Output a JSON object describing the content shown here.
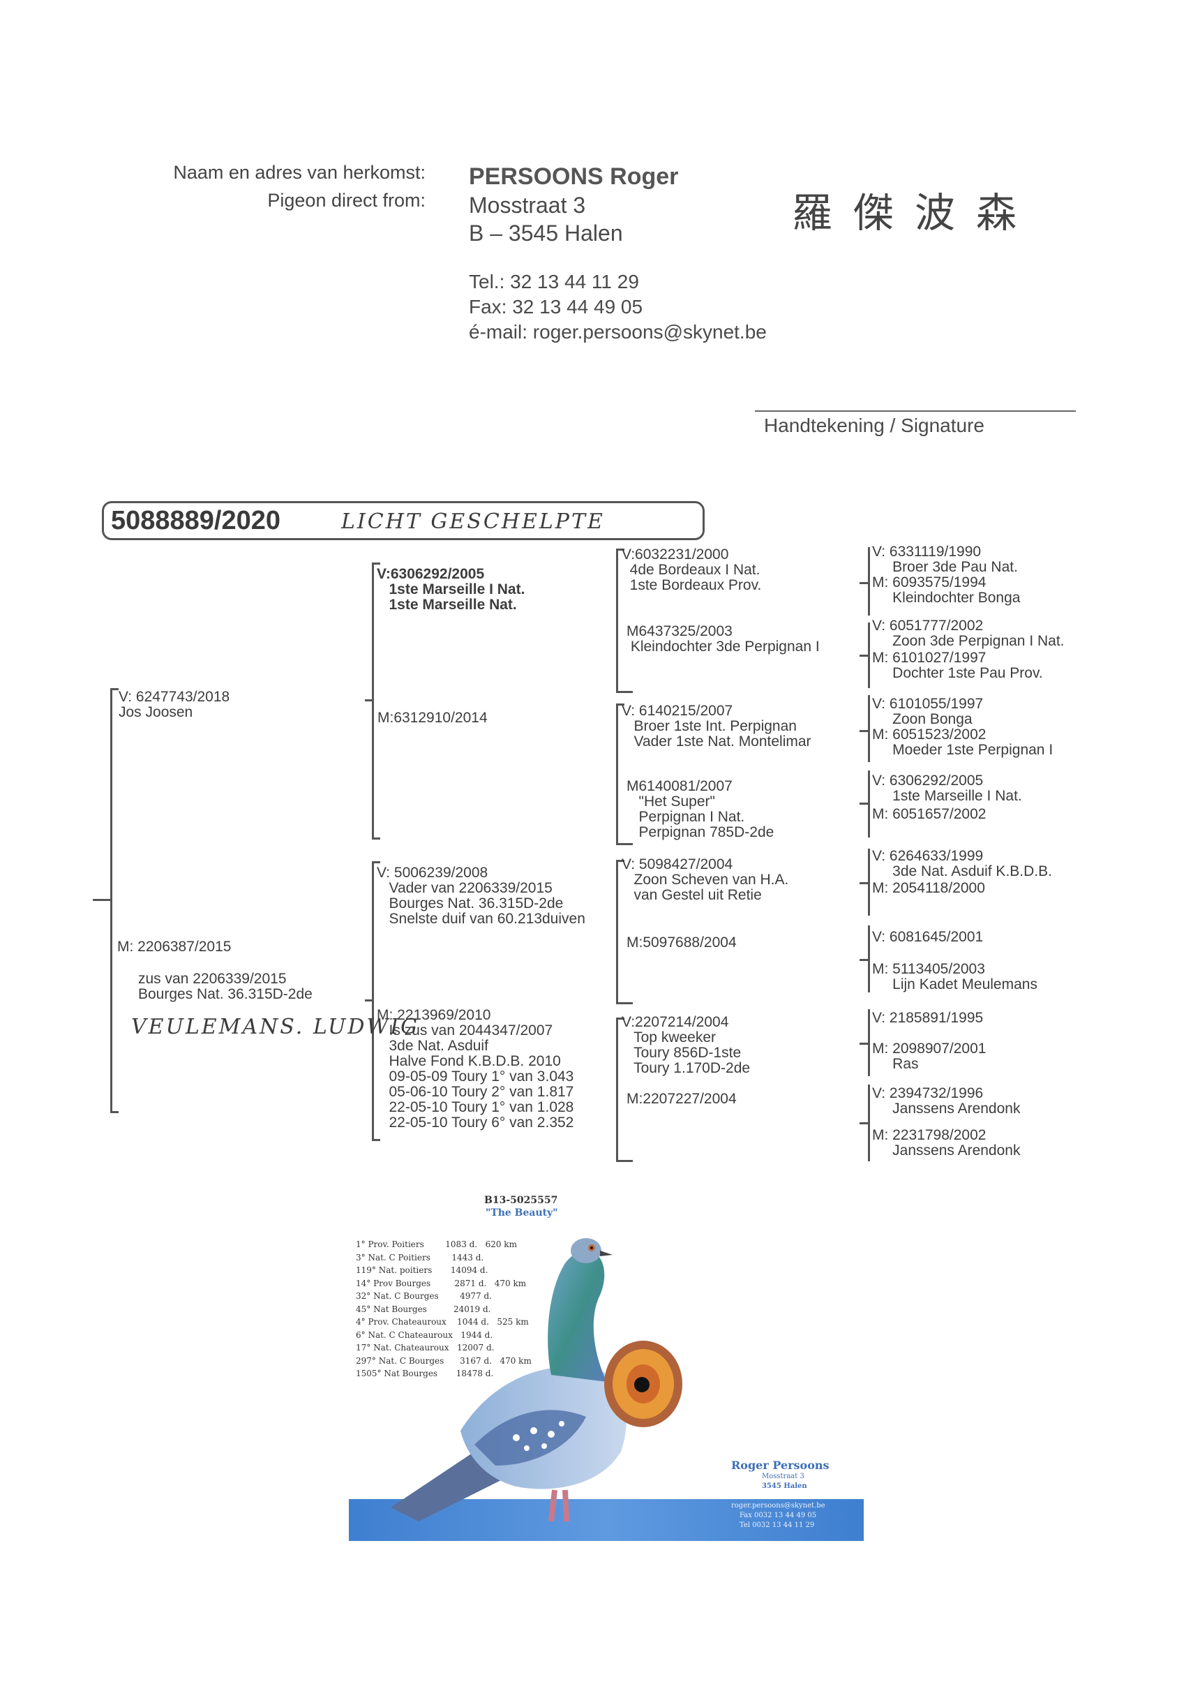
{
  "header": {
    "label_origin": "Naam en adres van herkomst:",
    "label_from": "Pigeon direct from:",
    "name": "PERSOONS Roger",
    "street": "Mosstraat 3",
    "city": "B – 3545 Halen",
    "tel": "Tel.: 32 13 44 11 29",
    "fax": "Fax: 32 13 44 49 05",
    "email": "é-mail: roger.persoons@skynet.be",
    "chinese_name": "羅傑波森",
    "signature_label": "Handtekening / Signature"
  },
  "ring": {
    "number": "5088889/2020",
    "handwritten": "LICHT GESCHELPTE"
  },
  "gen1": {
    "sire": "V: 6247743/2018\nJos Joosen",
    "dam": "M: 2206387/2015",
    "dam_notes": "zus van 2206339/2015\nBourges Nat. 36.315D-2de",
    "dam_handwritten": "VEULEMANS. LUDWIG"
  },
  "gen2": {
    "ss": "V:6306292/2005\n   1ste Marseille I Nat.\n   1ste Marseille Nat.",
    "sd": "M:6312910/2014",
    "ds": "V: 5006239/2008\n   Vader van 2206339/2015\n   Bourges Nat. 36.315D-2de\n   Snelste duif van 60.213duiven",
    "dd": "M: 2213969/2010\n   Is zus van 2044347/2007\n   3de Nat. Asduif\n   Halve Fond K.B.D.B. 2010\n   09-05-09 Toury 1° van 3.043\n   05-06-10 Toury 2° van 1.817\n   22-05-10 Toury 1° van 1.028\n   22-05-10 Toury 6° van 2.352"
  },
  "gen3": {
    "sss": "V:6032231/2000\n  4de Bordeaux I Nat.\n  1ste Bordeaux Prov.",
    "ssd": "M6437325/2003\n Kleindochter 3de Perpignan I",
    "sds": "V: 6140215/2007\n   Broer 1ste Int. Perpignan\n   Vader 1ste Nat. Montelimar",
    "sdd": "M6140081/2007\n   \"Het Super\"\n   Perpignan I Nat.\n   Perpignan 785D-2de",
    "dss": "V: 5098427/2004\n   Zoon Scheven van H.A.\n   van Gestel uit Retie",
    "dsd": "M:5097688/2004",
    "dds": "V:2207214/2004\n   Top kweeker\n   Toury 856D-1ste\n   Toury 1.170D-2de",
    "ddd": "M:2207227/2004"
  },
  "gen4": [
    "V: 6331119/1990\n     Broer 3de Pau Nat.",
    "M: 6093575/1994\n     Kleindochter Bonga",
    "V: 6051777/2002\n     Zoon 3de Perpignan I Nat.",
    "M: 6101027/1997\n     Dochter 1ste Pau Prov.",
    "V: 6101055/1997\n     Zoon Bonga",
    "M: 6051523/2002\n     Moeder 1ste Perpignan I",
    "V: 6306292/2005\n     1ste Marseille I Nat.",
    "M: 6051657/2002",
    "V: 6264633/1999\n     3de Nat. Asduif K.B.D.B.",
    "M: 2054118/2000",
    "V: 6081645/2001",
    "M: 5113405/2003\n     Lijn Kadet Meulemans",
    "V: 2185891/1995",
    "M: 2098907/2001\n     Ras",
    "V: 2394732/1996\n     Janssens Arendonk",
    "M: 2231798/2002\n     Janssens Arendonk"
  ],
  "photo_card": {
    "ring": "B13-5025557",
    "nickname": "\"The Beauty\"",
    "results": [
      "1° Prov. Poitiers        1083 d.   620 km",
      "3° Nat. C Poitiers        1443 d.",
      "119° Nat. poitiers       14094 d.",
      "14° Prov Bourges         2871 d.   470 km",
      "32° Nat. C Bourges        4977 d.",
      "45° Nat Bourges          24019 d.",
      "4° Prov. Chateauroux    1044 d.   525 km",
      "6° Nat. C Chateauroux   1944 d.",
      "17° Nat. Chateauroux   12007 d.",
      "297° Nat. C Bourges      3167 d.   470 km",
      "1505° Nat Bourges       18478 d."
    ],
    "owner": "Roger Persoons",
    "owner_street": "Mosstraat 3",
    "owner_city": "3545 Halen",
    "owner_email": "roger.persoons@skynet.be",
    "owner_fax": "Fax 0032 13 44 49 05",
    "owner_tel": "Tel 0032 13 44 11 29",
    "colors": {
      "banner": "#3f7fd0",
      "eye_outer": "#b0623a",
      "eye_inner": "#e89a3a"
    }
  }
}
